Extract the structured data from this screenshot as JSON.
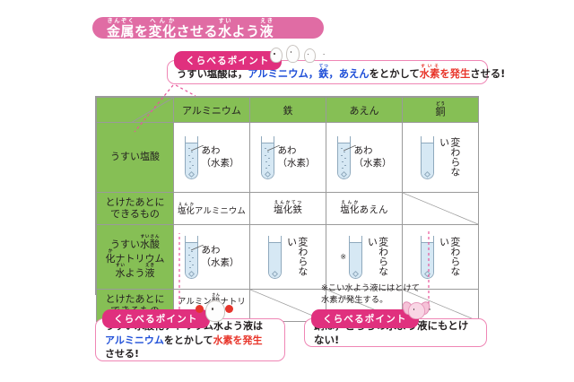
{
  "title": {
    "text": "金属を変化させる水よう液",
    "ruby": [
      {
        "base": "金属",
        "rt": "きんぞく"
      },
      {
        "base": "を",
        "rt": ""
      },
      {
        "base": "変化",
        "rt": "へんか"
      },
      {
        "base": "させる",
        "rt": ""
      },
      {
        "base": "水",
        "rt": "すい"
      },
      {
        "base": "よう",
        "rt": ""
      },
      {
        "base": "液",
        "rt": "えき"
      }
    ],
    "banner_color": "#e06ca4"
  },
  "callouts": {
    "tag_label": "くらべるポイント",
    "tag_color": "#e0307e",
    "border_color": "#ef86b5",
    "top": {
      "lines": [
        [
          {
            "t": "うすい",
            "c": "black"
          },
          {
            "t": "塩酸",
            "c": "black",
            "rt": "えんさん"
          },
          {
            "t": "は，",
            "c": "black"
          },
          {
            "t": "アルミニウム，",
            "c": "blue"
          },
          {
            "t": "鉄",
            "c": "blue",
            "rt": "てつ"
          },
          {
            "t": "，",
            "c": "black"
          },
          {
            "t": "あえん",
            "c": "blue"
          },
          {
            "t": "をとかして",
            "c": "black"
          },
          {
            "t": "水素",
            "c": "red",
            "rt": "すいそ"
          },
          {
            "t": "を",
            "c": "red"
          },
          {
            "t": "発生",
            "c": "red"
          },
          {
            "t": "させる!",
            "c": "black"
          }
        ]
      ]
    },
    "bottom_left": {
      "lines": [
        [
          {
            "t": "うすい水酸化ナトリウム水よう液",
            "c": "black"
          },
          {
            "t": "は",
            "c": "black"
          }
        ],
        [
          {
            "t": "アルミニウム",
            "c": "blue"
          },
          {
            "t": "をとかして",
            "c": "black"
          },
          {
            "t": "水素",
            "c": "red"
          },
          {
            "t": "を",
            "c": "red"
          },
          {
            "t": "発生",
            "c": "red"
          }
        ],
        [
          {
            "t": "させる!",
            "c": "black"
          }
        ]
      ]
    },
    "bottom_right": {
      "lines": [
        [
          {
            "t": "銅は，どちらの水よう液にもとけない!",
            "c": "black"
          }
        ]
      ]
    }
  },
  "table": {
    "header_bg": "#86bf55",
    "corner_label": "",
    "columns": [
      {
        "label": "アルミニウム",
        "rt": ""
      },
      {
        "label": "鉄",
        "rt": ""
      },
      {
        "label": "あえん",
        "rt": ""
      },
      {
        "label": "銅",
        "rt": "どう"
      }
    ],
    "rows": [
      {
        "header_lines": [
          "うすい塩酸"
        ],
        "header_ruby": [],
        "type": "tube",
        "cells": [
          {
            "kind": "tube",
            "bubbles": true,
            "leader": true,
            "label": "あわ\n（水素）",
            "orient": "h"
          },
          {
            "kind": "tube",
            "bubbles": true,
            "leader": true,
            "label": "あわ\n（水素）",
            "orient": "h"
          },
          {
            "kind": "tube",
            "bubbles": true,
            "leader": true,
            "label": "あわ\n（水素）",
            "orient": "h"
          },
          {
            "kind": "tube",
            "bubbles": false,
            "leader": false,
            "label": "変わらない",
            "orient": "v"
          }
        ]
      },
      {
        "header_lines": [
          "とけたあとに",
          "できるもの"
        ],
        "type": "product",
        "cells": [
          {
            "kind": "text",
            "text": "塩化アルミニウム",
            "rt": "えんか",
            "size": "small"
          },
          {
            "kind": "text",
            "text": "塩化鉄",
            "rt": "えんかてつ",
            "size": "normal"
          },
          {
            "kind": "text",
            "text": "塩化あえん",
            "rt": "えんか",
            "size": "normal"
          },
          {
            "kind": "none"
          }
        ]
      },
      {
        "header_lines": [
          "うすい水酸",
          "化ナトリウム",
          "水よう液"
        ],
        "type": "tube",
        "cells": [
          {
            "kind": "tube",
            "bubbles": true,
            "leader": true,
            "label": "あわ\n（水素）",
            "orient": "h"
          },
          {
            "kind": "tube",
            "bubbles": false,
            "leader": false,
            "label": "変わらない",
            "orient": "v"
          },
          {
            "kind": "tube",
            "bubbles": false,
            "leader": false,
            "label": "変わらない",
            "orient": "v",
            "note": "※"
          },
          {
            "kind": "tube",
            "bubbles": false,
            "leader": false,
            "label": "変わらない",
            "orient": "v"
          }
        ]
      },
      {
        "header_lines": [
          "とけたあとに",
          "できるもの"
        ],
        "type": "product",
        "cells": [
          {
            "kind": "text",
            "text": "アルミン酸ナトリウム",
            "rt": "さん",
            "size": "small"
          },
          {
            "kind": "none"
          },
          {
            "kind": "none"
          },
          {
            "kind": "none"
          }
        ]
      }
    ]
  },
  "footnote": {
    "line1": "※こい水よう液にはとけて",
    "line2": "水素が発生する。"
  }
}
